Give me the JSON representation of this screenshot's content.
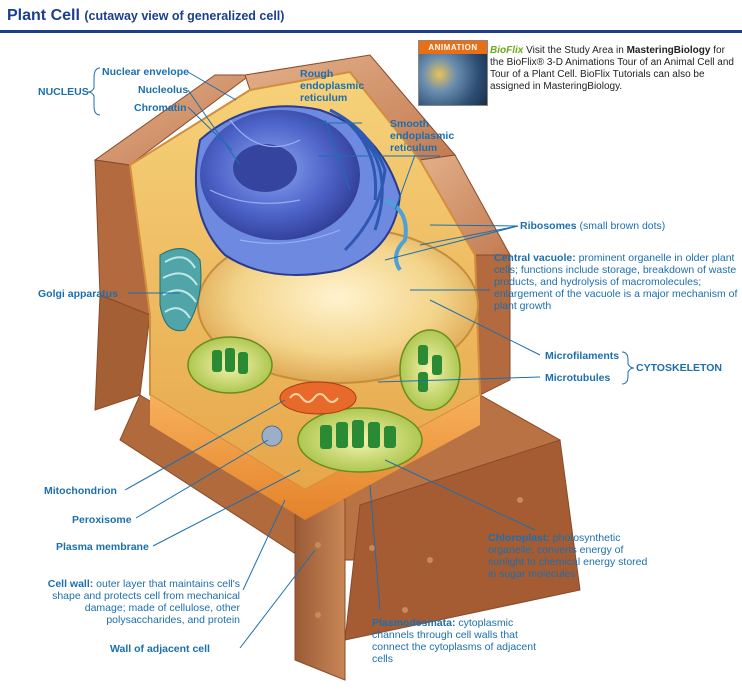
{
  "title": {
    "main": "Plant Cell",
    "sub": "(cutaway view of generalized cell)"
  },
  "animation_box": {
    "tag": "ANIMATION",
    "brand": "BioFlix",
    "text_parts": [
      "Visit the Study Area in ",
      "MasteringBiology",
      " for the BioFlix® 3-D Animations Tour of an Animal Cell and Tour of a Plant Cell. BioFlix Tutorials can also be assigned in MasteringBiology."
    ]
  },
  "groups": {
    "nucleus": "NUCLEUS",
    "cytoskeleton": "CYTOSKELETON"
  },
  "labels": {
    "nuclear_envelope": "Nuclear envelope",
    "nucleolus": "Nucleolus",
    "chromatin": "Chromatin",
    "rough_er": "Rough endoplasmic reticulum",
    "smooth_er": "Smooth endoplasmic reticulum",
    "ribosomes_name": "Ribosomes",
    "ribosomes_desc": "(small brown dots)",
    "central_vacuole_name": "Central vacuole:",
    "central_vacuole_desc": "prominent organelle in older plant cells; functions include storage, breakdown of waste products, and hydrolysis of macromolecules; enlargement of the vacuole is a major mechanism of plant growth",
    "golgi": "Golgi apparatus",
    "microfilaments": "Microfilaments",
    "microtubules": "Microtubules",
    "mitochondrion": "Mitochondrion",
    "peroxisome": "Peroxisome",
    "plasma_membrane": "Plasma membrane",
    "cell_wall_name": "Cell wall:",
    "cell_wall_desc": "outer layer that maintains cell's shape and protects cell from mechanical damage; made of cellulose, other polysaccharides, and protein",
    "wall_adjacent": "Wall of adjacent cell",
    "chloroplast_name": "Chloroplast:",
    "chloroplast_desc": "photosynthetic organelle; converts energy of sunlight to chemical energy stored in sugar molecules",
    "plasmodesmata_name": "Plasmodesmata:",
    "plasmodesmata_desc": "cytoplasmic channels through cell walls that connect the cytoplasms of adjacent cells"
  }
}
